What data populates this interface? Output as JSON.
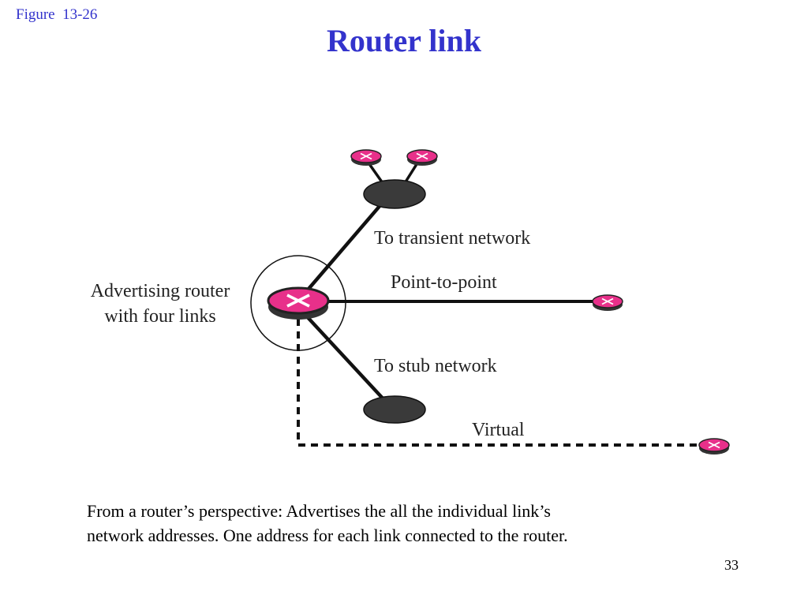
{
  "slide": {
    "figure_label": "Figure  13-26",
    "title": "Router link",
    "caption_line1": "From a router’s perspective: Advertises the all the individual link’s",
    "caption_line2": "network addresses. One address for each link connected to the router.",
    "page_number": "33"
  },
  "diagram": {
    "advertising_router_line1": "Advertising router",
    "advertising_router_line2": "with four links",
    "links": {
      "transient": "To transient network",
      "point_to_point": "Point-to-point",
      "stub": "To stub network",
      "virtual": "Virtual"
    },
    "colors": {
      "router": "#e8308a",
      "network": "#3a3a3a",
      "title": "#3333cc"
    }
  }
}
